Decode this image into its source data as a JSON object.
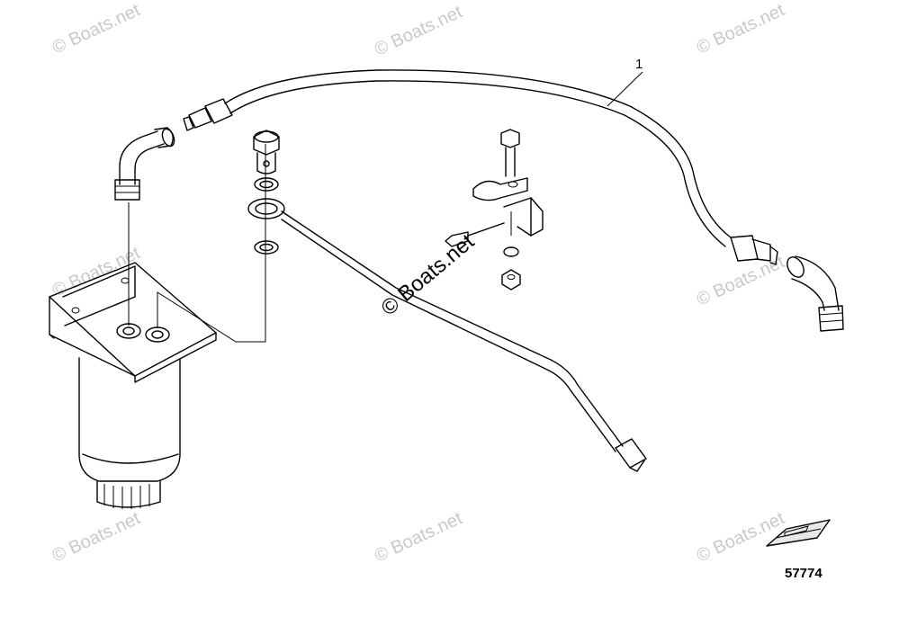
{
  "callouts": [
    "1"
  ],
  "figure_number": "57774",
  "watermark": "© Boats.net",
  "center_watermark": "© Boats.net"
}
